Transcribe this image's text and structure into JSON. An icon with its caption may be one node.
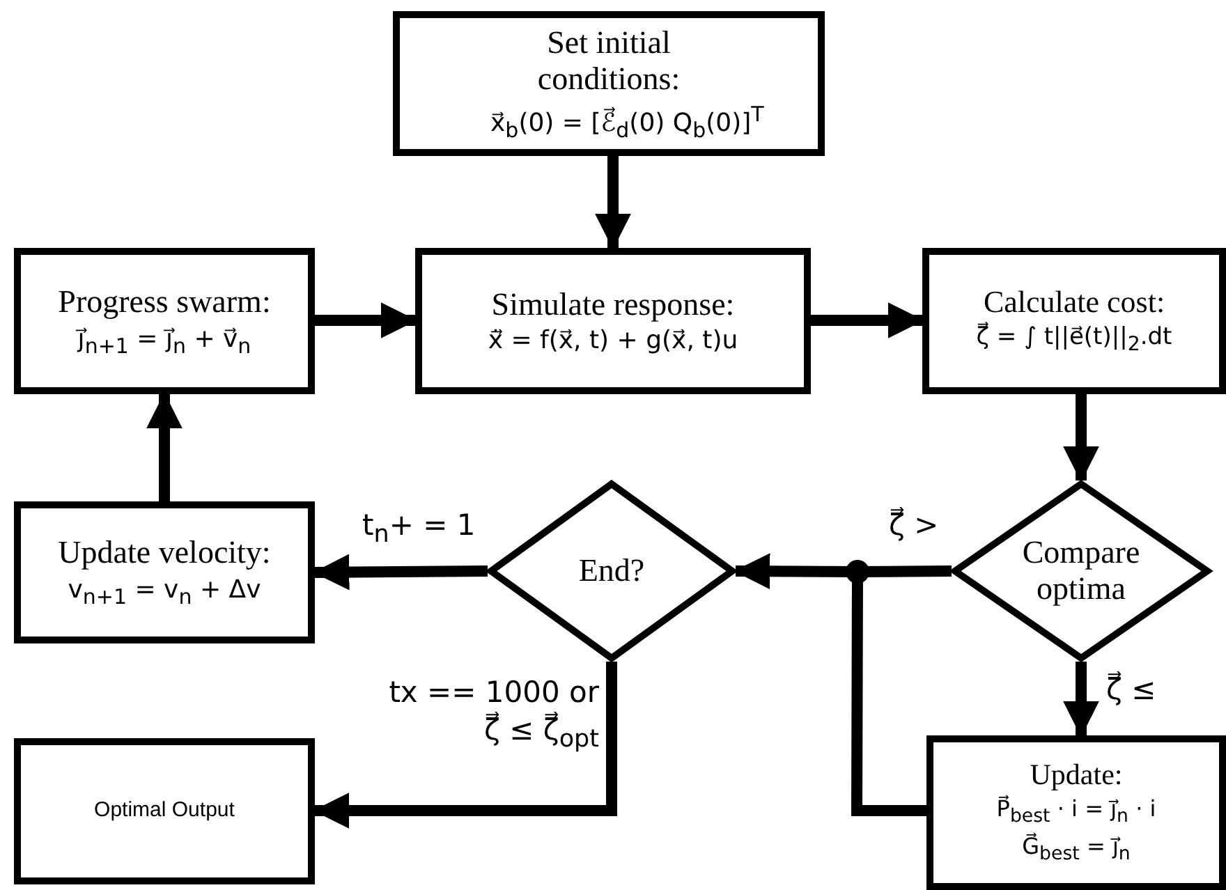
{
  "diagram": {
    "nodes": [
      {
        "text": [
          "Set initial conditions:",
          "x⃗$_{b}$(0) = [ℰ⃗$_{d}$(0) Q$_{b}$(0)]$^{T}$"
        ]
      },
      {
        "text": [
          "Progress swarm:",
          "j⃗$_{n+1}$ = j⃗$_{n}$ + v⃗$_{n}$"
        ]
      },
      {
        "text": [
          "Simulate response:",
          "ẋ⃗ = f(x⃗, t) + g(x⃗, t)u"
        ]
      },
      {
        "text": [
          "Calculate cost:",
          "ζ⃗ = ∫ t||e⃗(t)||$_{2}$.dt"
        ]
      },
      {
        "text": [
          "Compare optima"
        ]
      },
      {
        "text": [
          "End?"
        ]
      },
      {
        "text": [
          "Update velocity:",
          "v$_{n+1}$ = v$_{n}$ + Δv"
        ]
      },
      {
        "text": [
          "Update:",
          "P⃗$_{best}$ · i = j⃗$_{n}$ · i",
          "G⃗$_{best}$ = j⃗$_{n}$"
        ]
      },
      {
        "text": [
          "Optimal Output"
        ]
      },
      {
        "text": [],
        "shape": "circle"
      }
    ],
    "edges": [
      {
        "from": 0,
        "to": 2,
        "arrow": "to"
      },
      {
        "from": 1,
        "to": 2,
        "arrow": "to"
      },
      {
        "from": 2,
        "to": 3,
        "arrow": "to"
      },
      {
        "from": 3,
        "to": 4,
        "arrow": "to"
      },
      {
        "from": 4,
        "to": 9,
        "arrow": "none",
        "label": "ζ⃗ >"
      },
      {
        "from": 9,
        "to": 5,
        "arrow": "to"
      },
      {
        "from": 4,
        "to": 7,
        "arrow": "to",
        "label": "ζ⃗ ≤"
      },
      {
        "from": 7,
        "to": 9,
        "arrow": "none"
      },
      {
        "from": 5,
        "to": 6,
        "arrow": "to",
        "label": "t$_{n}$+ = 1"
      },
      {
        "from": 5,
        "to": 8,
        "arrow": "to",
        "label": "tx == 1000 or ζ⃗ ≤ ζ⃗$_{opt}$"
      },
      {
        "from": 6,
        "to": 1,
        "arrow": "to"
      }
    ]
  }
}
